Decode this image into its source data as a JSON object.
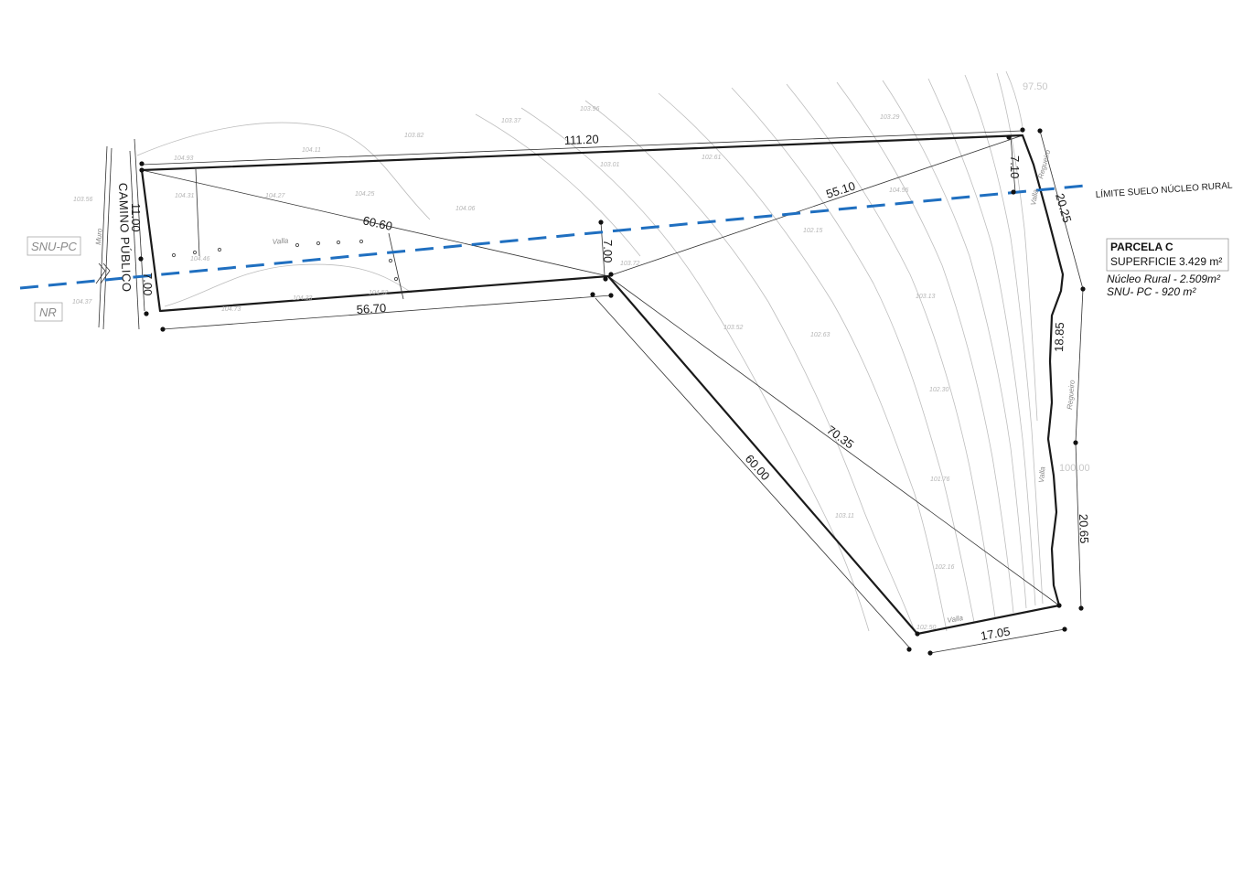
{
  "colors": {
    "boundary": "#1f6fc0",
    "parcel": "#1a1a1a",
    "contour": "#bdbdbd"
  },
  "parcel": {
    "title": "PARCELA C",
    "surface_label": "SUPERFICIE",
    "surface_value": "3.429 m²",
    "zone_rural": "Núcleo Rural - 2.509m²",
    "zone_snu": "SNU- PC - 920 m²"
  },
  "labels": {
    "road": "CAMINO PÚBLICO",
    "boundary_limit": "LÍMITE SUELO NÚCLEO RURAL",
    "zone_left_top": "SNU-PC",
    "zone_left_bottom": "NR",
    "elevation_97": "97.50",
    "elevation_100": "100.00",
    "valla": "Valla",
    "muro": "Muro",
    "regueiro": "Regueiro"
  },
  "dimensions": {
    "d_111_20": "111.20",
    "d_11_00": "11.00",
    "d_7_00_left": "7.00",
    "d_56_70": "56.70",
    "d_60_60": "60.60",
    "d_7_00_mid": "7.00",
    "d_55_10": "55.10",
    "d_7_10": "7.10",
    "d_20_25": "20.25",
    "d_18_85": "18.85",
    "d_20_65": "20.65",
    "d_17_05": "17.05",
    "d_60_00": "60.00",
    "d_70_35": "70.35"
  },
  "spot_elevations": {
    "s01": "103.37",
    "s02": "103.96",
    "s03": "103.82",
    "s04": "103.29",
    "s05": "104.11",
    "s06": "103.01",
    "s07": "102.61",
    "s08": "104.25",
    "s09": "104.06",
    "s10": "104.27",
    "s11": "104.31",
    "s12": "104.46",
    "s13": "104.93",
    "s14": "104.55",
    "s15": "102.15",
    "s16": "103.13",
    "s17": "103.52",
    "s18": "102.63",
    "s19": "102.30",
    "s20": "101.76",
    "s21": "103.11",
    "s22": "102.16",
    "s23": "102.50",
    "s24": "103.72",
    "s25": "104.73",
    "s26": "104.33",
    "s27": "104.37",
    "s28": "104.52",
    "s29": "103.56"
  }
}
